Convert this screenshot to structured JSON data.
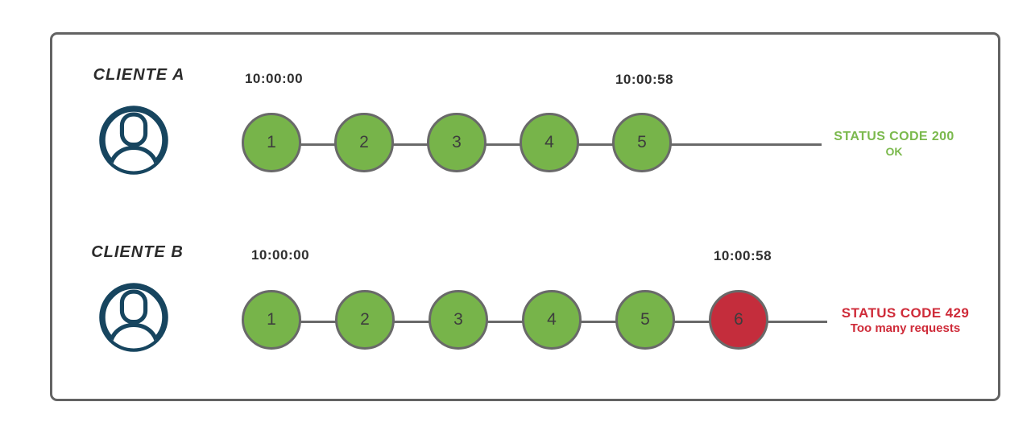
{
  "colors": {
    "request_ok": "#77b44a",
    "request_rejected": "#c42d3c",
    "client_icon": "#17455f",
    "line_gray": "#696969",
    "status_ok_text": "#7bb94d",
    "status_error_text": "#cf2b39"
  },
  "rows": [
    {
      "client": "CLIENTE A",
      "start_time": "10:00:00",
      "end_time": "10:00:58",
      "requests": [
        "1",
        "2",
        "3",
        "4",
        "5"
      ],
      "status_line1": "STATUS CODE 200",
      "status_line2": "OK"
    },
    {
      "client": "CLIENTE B",
      "start_time": "10:00:00",
      "end_time": "10:00:58",
      "requests": [
        "1",
        "2",
        "3",
        "4",
        "5",
        "6"
      ],
      "status_line1": "STATUS CODE 429",
      "status_line2": "Too many requests"
    }
  ]
}
